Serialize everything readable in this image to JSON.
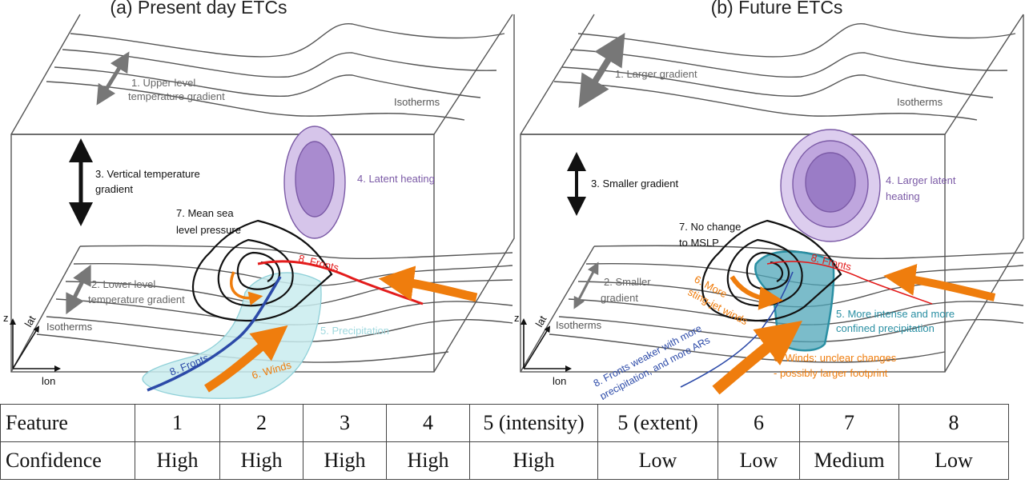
{
  "panel_a": {
    "title": "(a) Present day ETCs",
    "labels": {
      "f1_line1": "1. Upper level",
      "f1_line2": "temperature gradient",
      "isotherms_upper": "Isotherms",
      "f3_line1": "3. Vertical temperature",
      "f3_line2": "gradient",
      "f4": "4. Latent heating",
      "f7_line1": "7. Mean sea",
      "f7_line2": "level pressure",
      "f8_red": "8. Fronts",
      "f2_line1": "2. Lower level",
      "f2_line2": "temperature gradient",
      "isotherms_lower": "Isotherms",
      "f5": "5. Precipitation",
      "f8_blue": "8. Fronts",
      "f6": "6. Winds",
      "axis_z": "z",
      "axis_lat": "lat",
      "axis_lon": "lon"
    }
  },
  "panel_b": {
    "title": "(b) Future ETCs",
    "labels": {
      "f1": "1. Larger gradient",
      "isotherms_upper": "Isotherms",
      "f3": "3. Smaller gradient",
      "f4_line1": "4. Larger latent",
      "f4_line2": "heating",
      "f7_line1": "7. No change",
      "f7_line2": "to MSLP",
      "f8_red": "8. Fronts",
      "f6_sting_line1": "6. More",
      "f6_sting_line2": "sting-jet winds",
      "f2_line1": "2. Smaller",
      "f2_line2": "gradient",
      "isotherms_lower": "Isotherms",
      "f5_line1": "5. More intense and more",
      "f5_line2": "confined precipitation",
      "f8_blue_line1": "8. Fronts weaker with more",
      "f8_blue_line2": "precipitation, and more ARs",
      "f6_winds_line1": "6. Winds: unclear changes",
      "f6_winds_line2": "- possibly larger footprint",
      "axis_z": "z",
      "axis_lat": "lat",
      "axis_lon": "lon"
    }
  },
  "colors": {
    "isotherm": "#555555",
    "gray_arrow": "#777777",
    "purple_fill": "#c8b2e0",
    "purple_text": "#7b5aa6",
    "red": "#e31c1c",
    "blue": "#2c4aa8",
    "orange": "#ef7d0d",
    "precip_light": "#bfe6ea",
    "precip_dark": "#4fa6b8",
    "teal_text": "#2a8fa3"
  },
  "table": {
    "row_labels": [
      "Feature",
      "Confidence"
    ],
    "features": [
      "1",
      "2",
      "3",
      "4",
      "5 (intensity)",
      "5 (extent)",
      "6",
      "7",
      "8"
    ],
    "confidence": [
      "High",
      "High",
      "High",
      "High",
      "High",
      "Low",
      "Low",
      "Medium",
      "Low"
    ]
  }
}
